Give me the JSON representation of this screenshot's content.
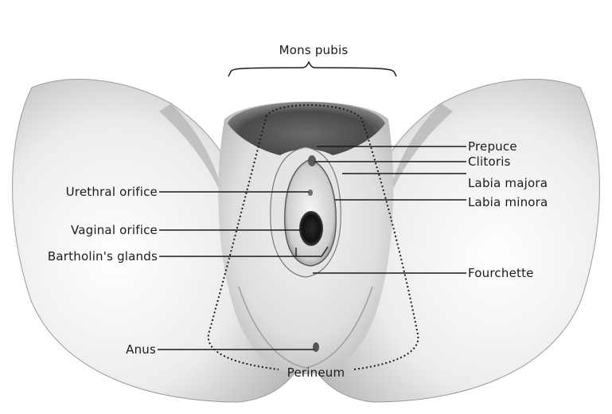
{
  "diagram": {
    "labels": {
      "mons_pubis": "Mons pubis",
      "prepuce": "Prepuce",
      "clitoris": "Clitoris",
      "labia_majora": "Labia majora",
      "labia_minora": "Labia minora",
      "fourchette": "Fourchette",
      "urethral_orifice": "Urethral orifice",
      "vaginal_orifice": "Vaginal orifice",
      "bartholins_glands": "Bartholin's glands",
      "anus": "Anus",
      "perineum": "Perineum"
    }
  }
}
